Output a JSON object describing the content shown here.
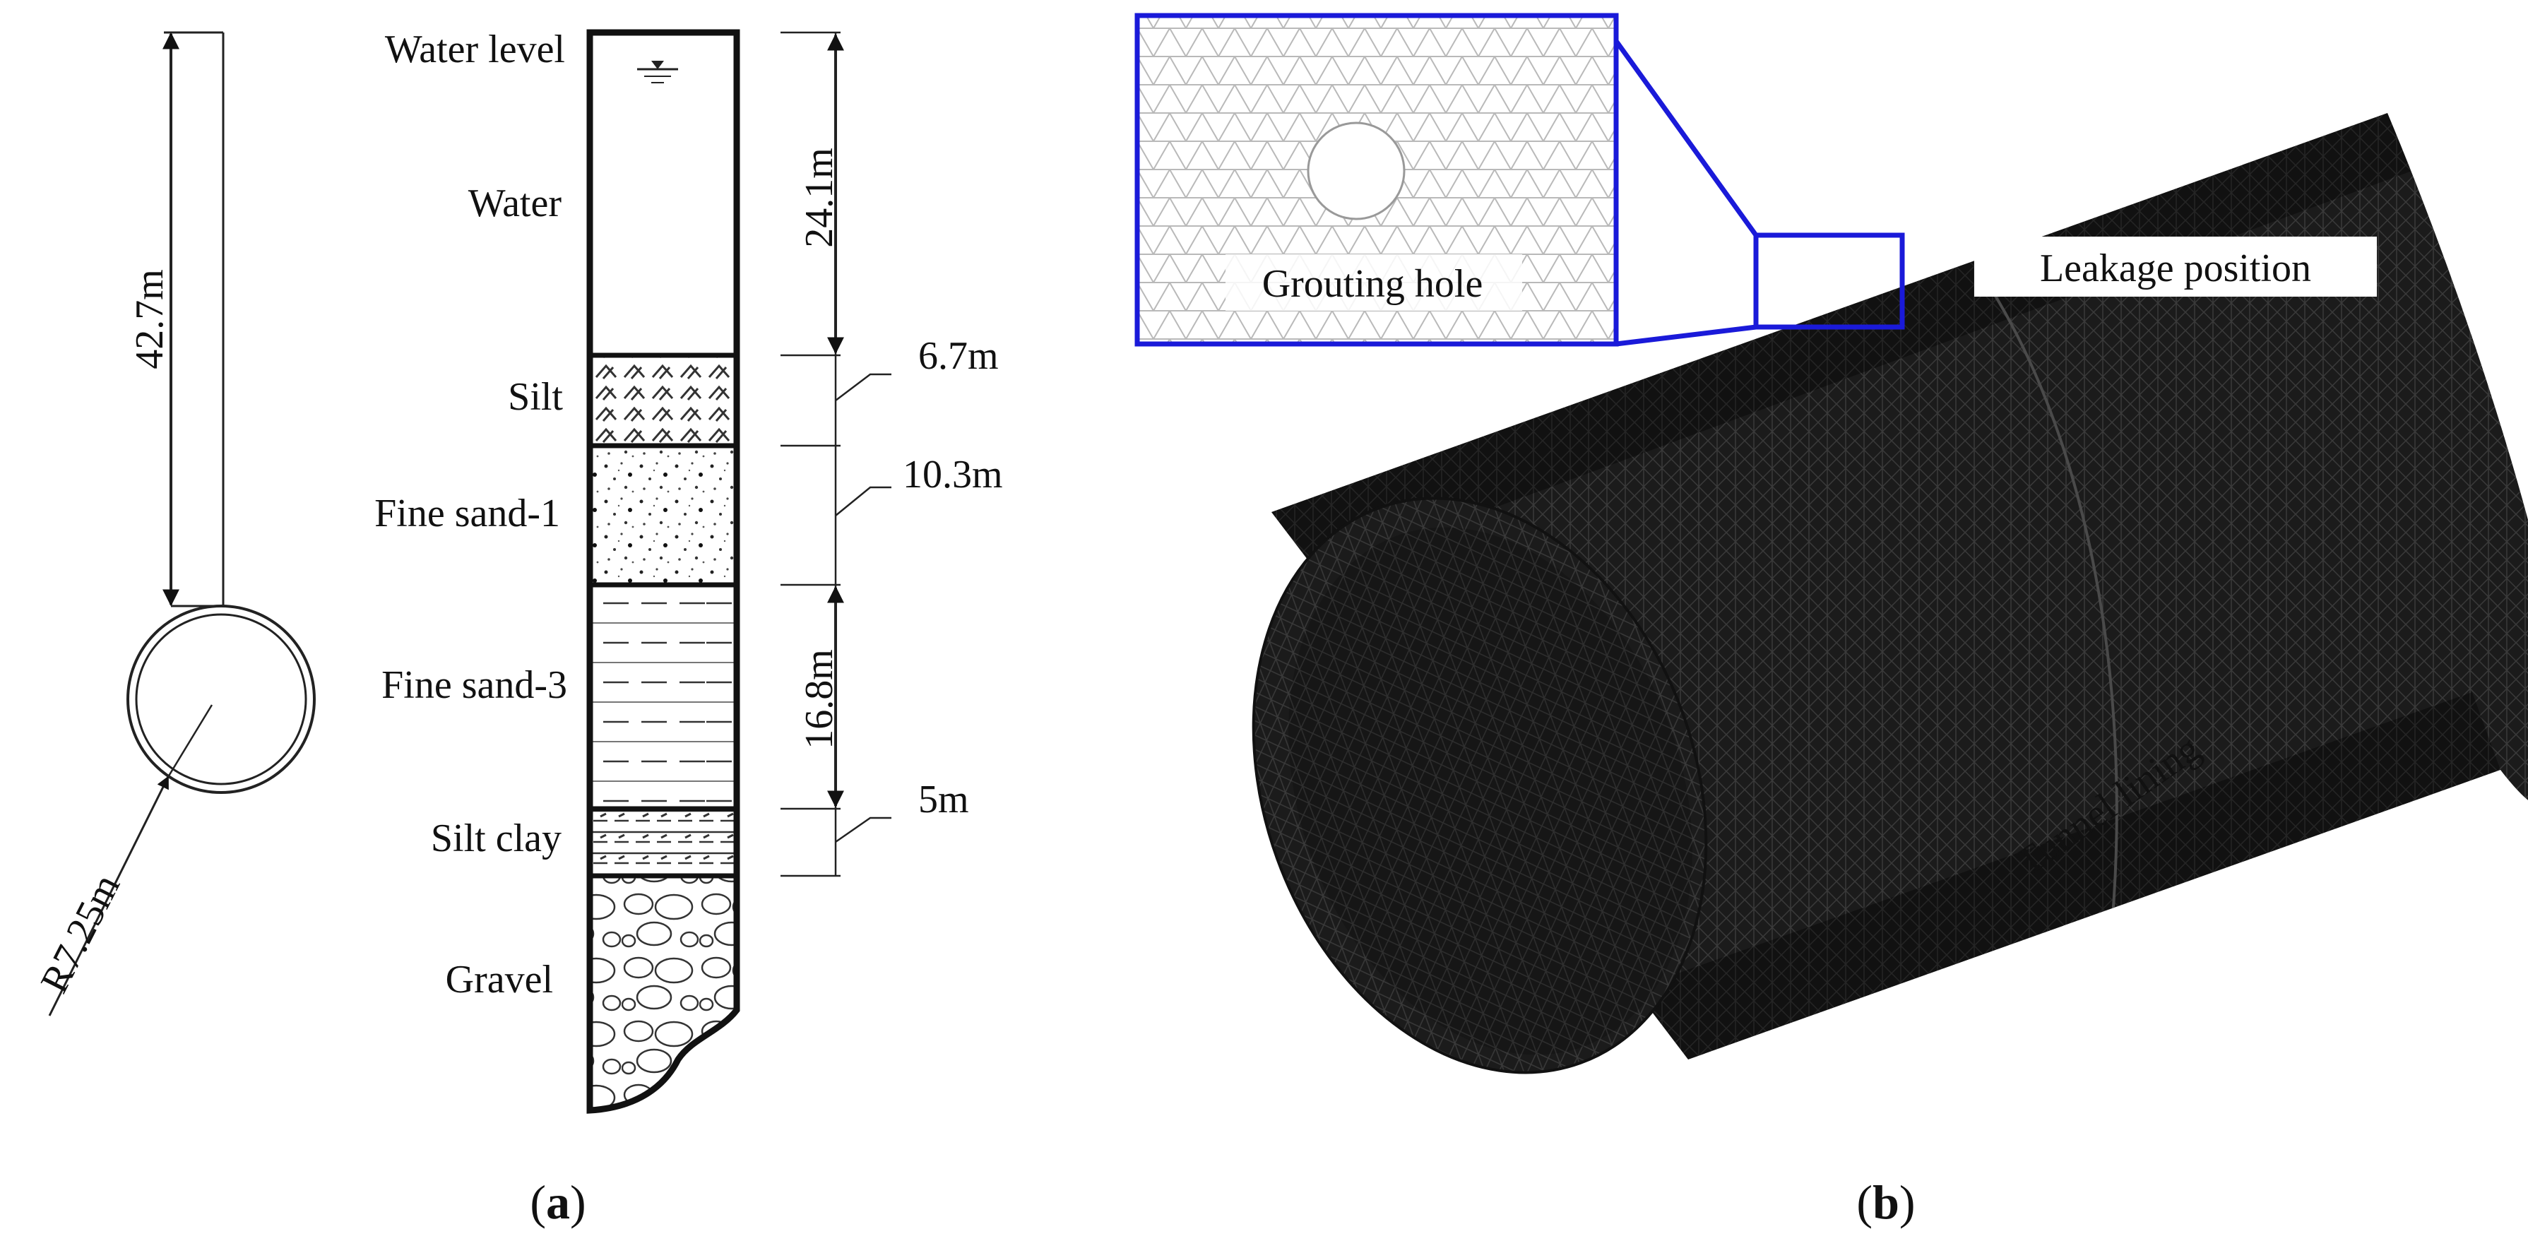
{
  "panel_a": {
    "layers": [
      {
        "name": "Water level"
      },
      {
        "name": "Water"
      },
      {
        "name": "Silt"
      },
      {
        "name": "Fine sand-1"
      },
      {
        "name": "Fine sand-3"
      },
      {
        "name": "Silt clay"
      },
      {
        "name": "Gravel"
      }
    ],
    "dimensions": {
      "tunnel_depth": "42.7m",
      "radius": "R7.25m",
      "water_depth": "24.1m",
      "silt": "6.7m",
      "fine_sand_1": "10.3m",
      "fine_sand_3": "16.8m",
      "silt_clay": "5m"
    },
    "caption_open": "(",
    "caption_letter": "a",
    "caption_close": ")"
  },
  "panel_b": {
    "inset_label": "Grouting hole",
    "leakage_label": "Leakage position",
    "lining_label": "Tunnel lining",
    "caption_open": "(",
    "caption_letter": "b",
    "caption_close": ")",
    "colors": {
      "inset_border": "#1a1ad9",
      "mesh": "#1b1b1b",
      "inset_mesh": "#b9b9b9"
    }
  }
}
